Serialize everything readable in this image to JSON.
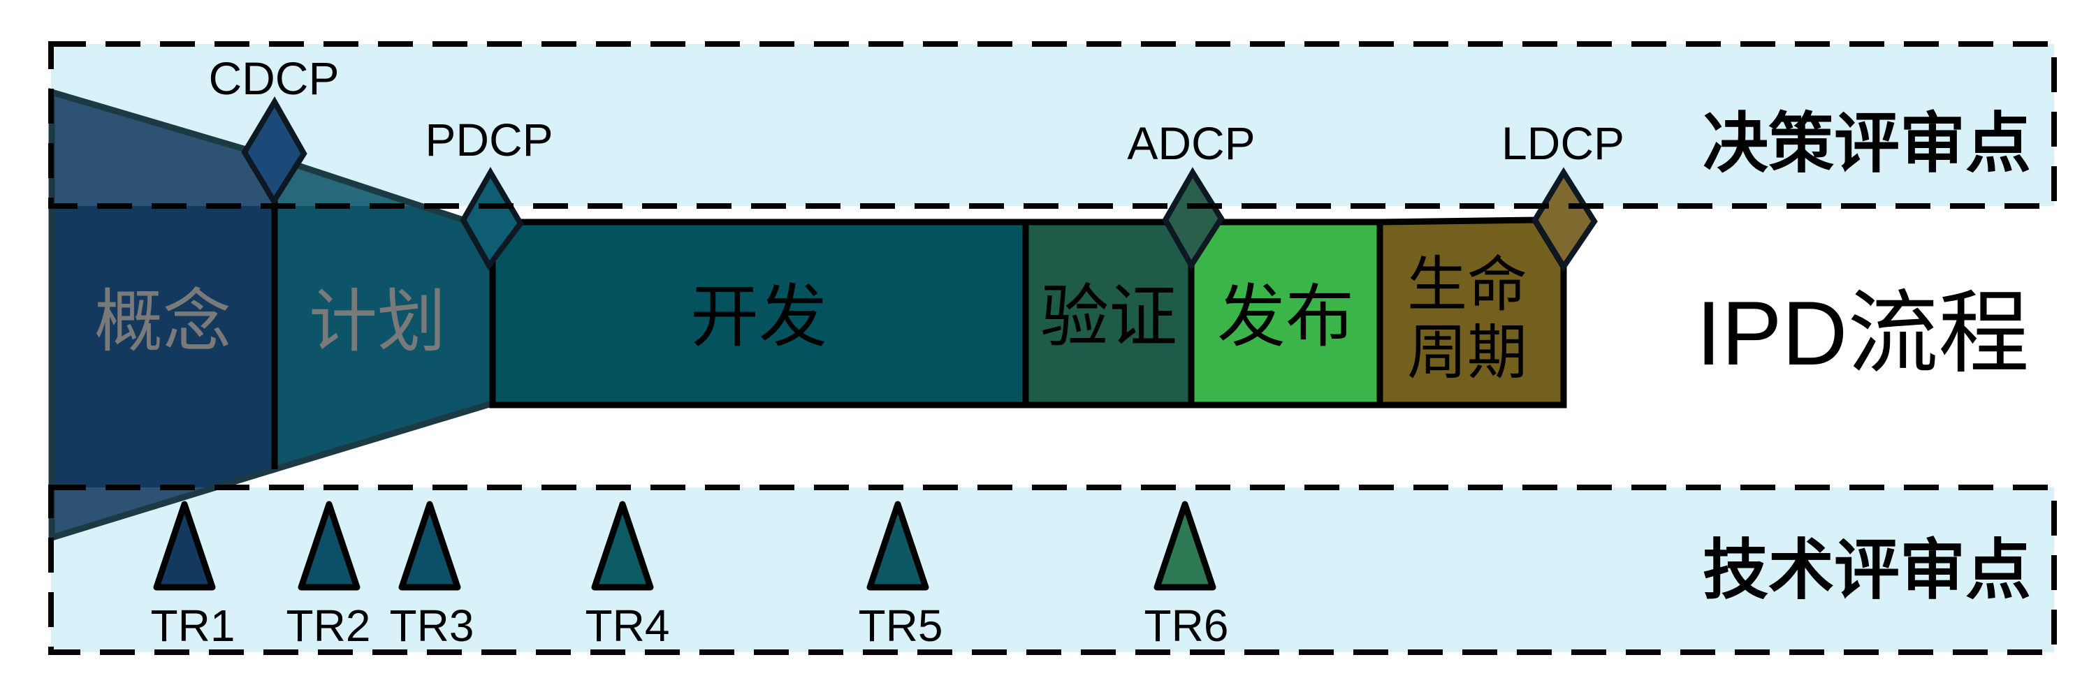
{
  "title": "IPD流程",
  "decision_band": {
    "label": "决策评审点",
    "cdcp": "CDCP",
    "pdcp": "PDCP",
    "adcp": "ADCP",
    "ldcp": "LDCP"
  },
  "tech_band": {
    "label": "技术评审点",
    "tr1": "TR1",
    "tr2": "TR2",
    "tr3": "TR3",
    "tr4": "TR4",
    "tr5": "TR5",
    "tr6": "TR6"
  },
  "phases": {
    "concept": "概念",
    "plan": "计划",
    "develop": "开发",
    "verify": "验证",
    "release": "发布",
    "lifecycle_line1": "生命",
    "lifecycle_line2": "周期"
  },
  "colors": {
    "band_fill": "#d9f1f9",
    "band_border": "#000000",
    "concept_fill": "#133a5e",
    "plan_fill": "#0d5468",
    "develop_fill": "#04525e",
    "verify_fill": "#1e5b49",
    "release_fill": "#3bb54a",
    "lifecycle_fill": "#73601f",
    "cdcp_fill": "#1c4a78",
    "pdcp_fill": "#0f5d72",
    "adcp_fill": "#2a5f4b",
    "ldcp_fill": "#7e692e",
    "tr1_fill": "#14395f",
    "tr2_fill": "#0d4f66",
    "tr3_fill": "#0d4f66",
    "tr4_fill": "#0c5a63",
    "tr5_fill": "#0e5866",
    "tr6_fill": "#2e7a55",
    "funnel_stroke": "#1c3a44",
    "outline": "#000000",
    "gray_label": "#7a7a7a",
    "black_label": "#000000"
  }
}
